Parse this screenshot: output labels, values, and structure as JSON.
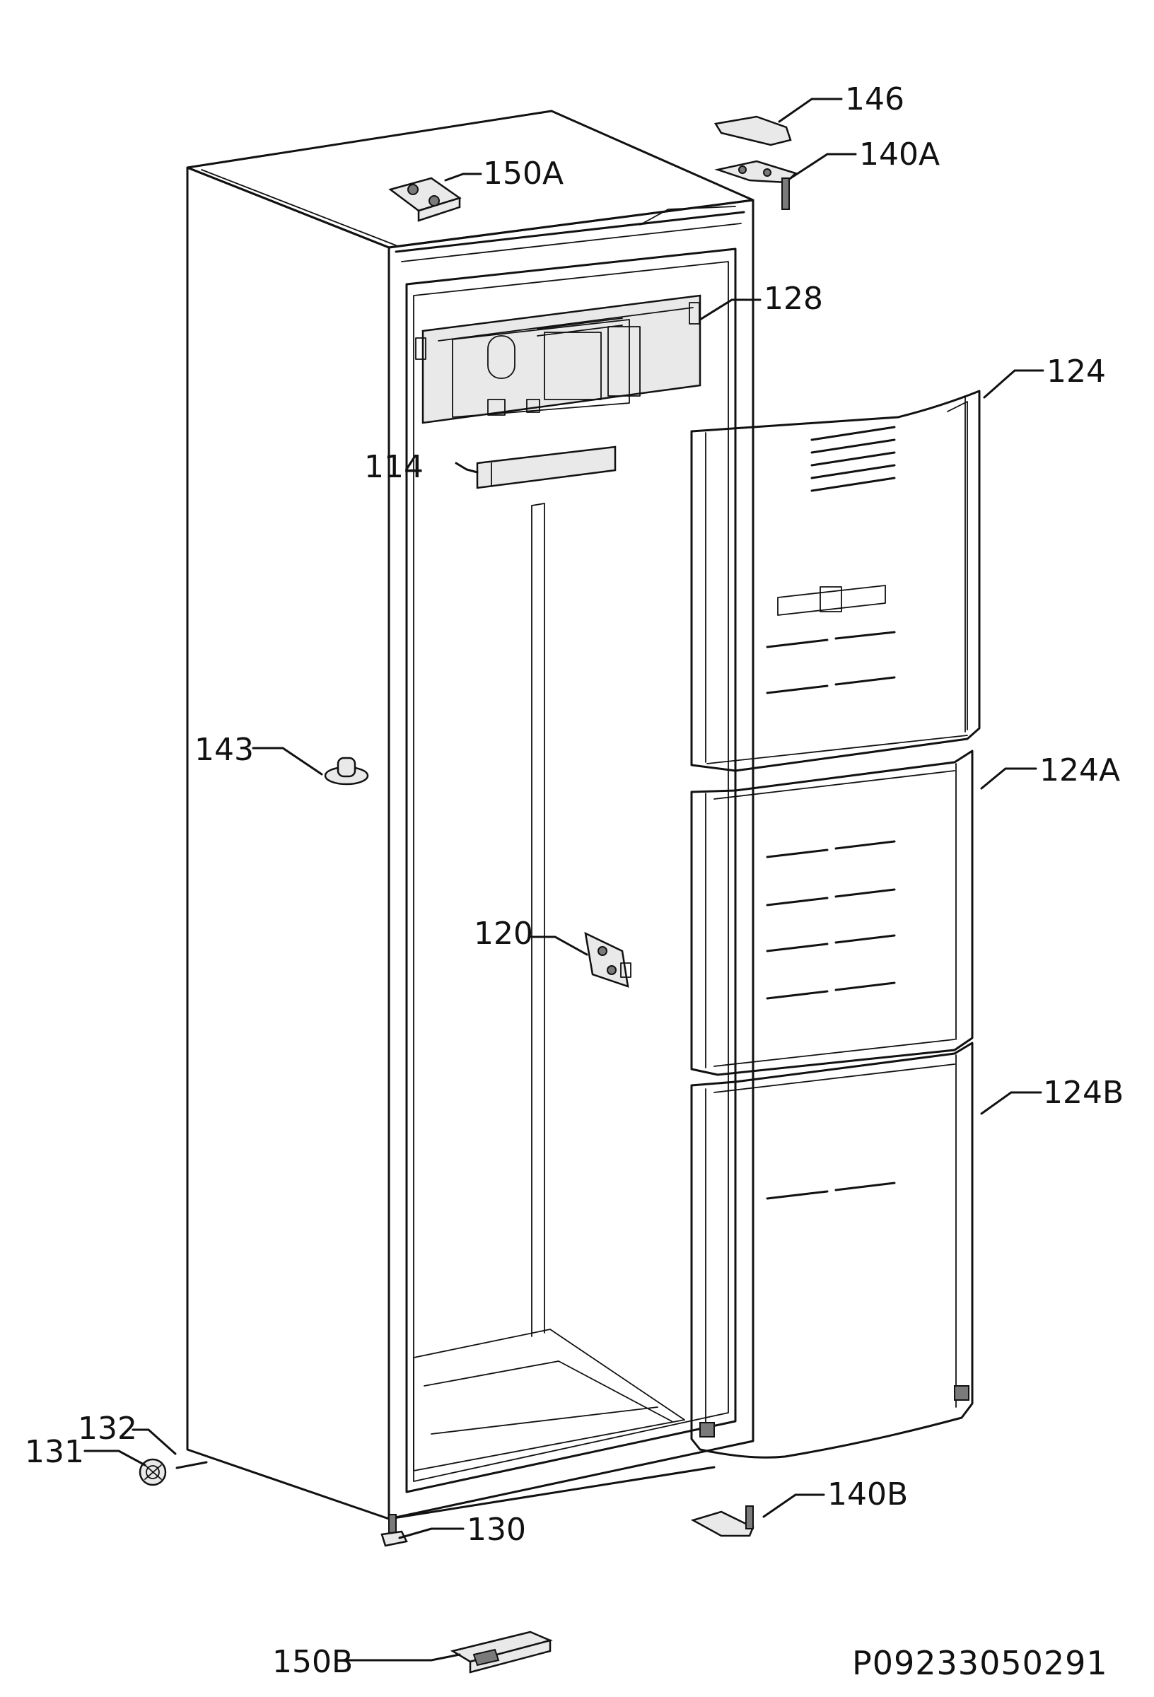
{
  "callouts": {
    "c146": "146",
    "c140A": "140A",
    "c150A": "150A",
    "c128": "128",
    "c124": "124",
    "c114": "114",
    "c143": "143",
    "c124A": "124A",
    "c120": "120",
    "c124B": "124B",
    "c132": "132",
    "c131": "131",
    "c140B": "140B",
    "c130": "130",
    "c150B": "150B"
  },
  "drawing_code": "P09233050291"
}
